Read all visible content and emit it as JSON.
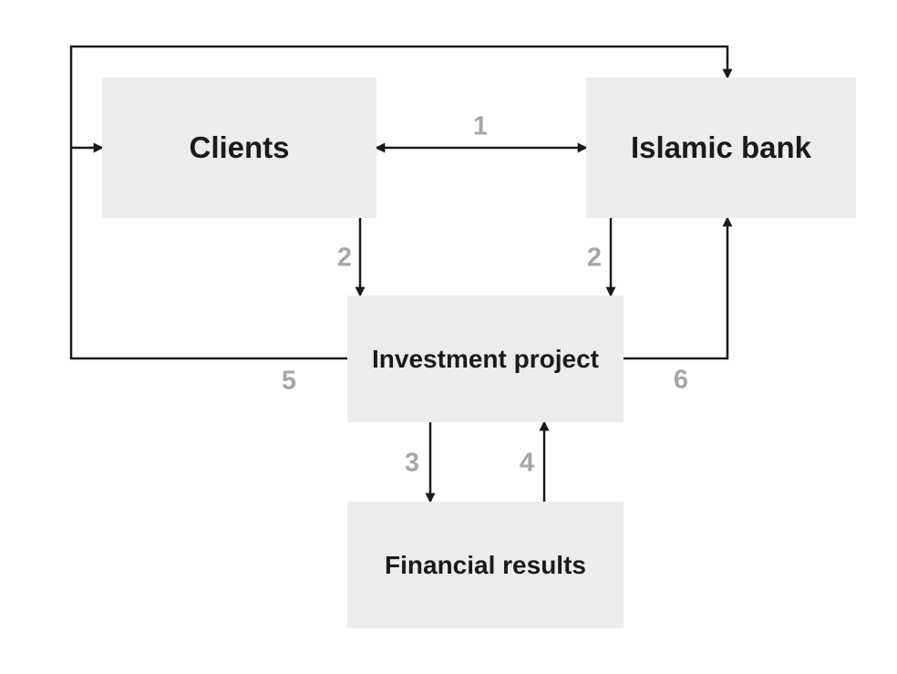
{
  "nodes": [
    {
      "id": "clients",
      "label": "Clients"
    },
    {
      "id": "islamic-bank",
      "label": "Islamic bank"
    },
    {
      "id": "investment-project",
      "label": "Investment project"
    },
    {
      "id": "financial-results",
      "label": "Financial results"
    }
  ],
  "edge_labels": [
    {
      "id": "flow-1-clients-islamic-bank",
      "text": "1"
    },
    {
      "id": "flow-2-clients-investment-project",
      "text": "2"
    },
    {
      "id": "flow-2-islamic-bank-investment-project",
      "text": "2"
    },
    {
      "id": "flow-3-investment-project-financial-results",
      "text": "3"
    },
    {
      "id": "flow-4-financial-results-investment-project",
      "text": "4"
    },
    {
      "id": "flow-5-investment-project-clients",
      "text": "5"
    },
    {
      "id": "flow-6-investment-project-islamic-bank",
      "text": "6"
    }
  ],
  "colors": {
    "node-fill": "#ececec",
    "line": "#1a1a1a",
    "node-text": "#1a1a1a",
    "edge-label": "#a6a6a6",
    "background": "#ffffff"
  }
}
